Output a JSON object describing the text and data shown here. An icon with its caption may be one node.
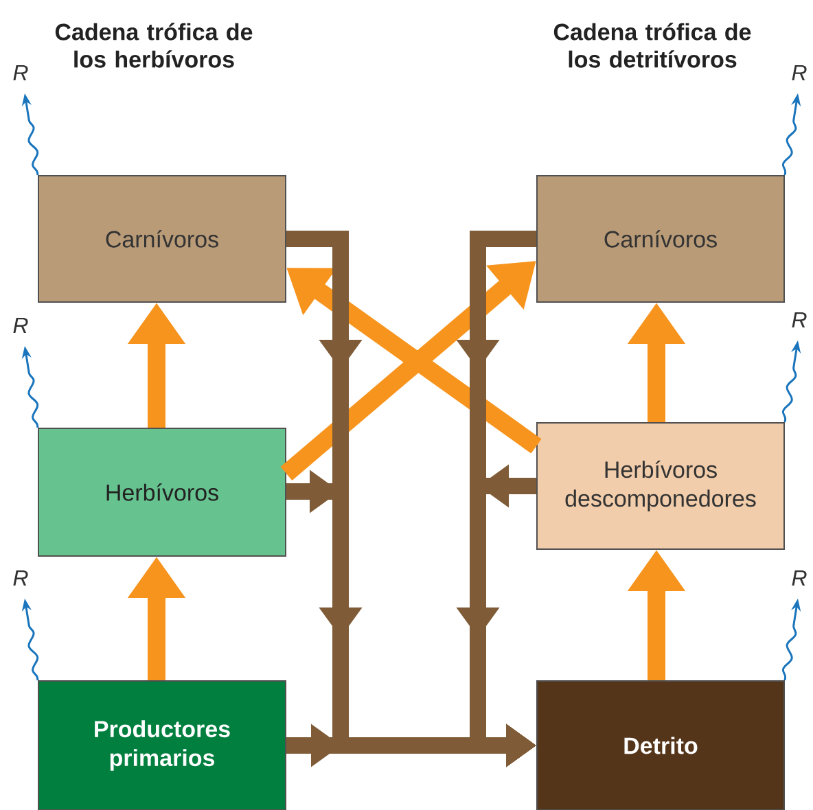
{
  "diagram": {
    "nodes": [
      {
        "text": [
          "Carnívoros"
        ]
      },
      {
        "text": [
          "Herbívoros"
        ]
      },
      {
        "text": [
          "Productores primarios"
        ]
      },
      {
        "text": [
          "Carnívoros"
        ]
      },
      {
        "text": [
          "Herbívoros descomponedores"
        ]
      },
      {
        "text": [
          "Detrito"
        ]
      }
    ],
    "edges": [
      {
        "from": 2,
        "to": 1,
        "arrow": "to",
        "color": "#f7941d"
      },
      {
        "from": 1,
        "to": 0,
        "arrow": "to",
        "color": "#f7941d"
      },
      {
        "from": 5,
        "to": 4,
        "arrow": "to",
        "color": "#f7941d"
      },
      {
        "from": 4,
        "to": 3,
        "arrow": "to",
        "color": "#f7941d"
      },
      {
        "from": 1,
        "to": 3,
        "arrow": "to",
        "color": "#f7941d"
      },
      {
        "from": 4,
        "to": 0,
        "arrow": "to",
        "color": "#f7941d"
      },
      {
        "from": 0,
        "to": 5,
        "arrow": "to",
        "color": "#7f5c37"
      },
      {
        "from": 1,
        "to": 5,
        "arrow": "to",
        "color": "#7f5c37"
      },
      {
        "from": 2,
        "to": 5,
        "arrow": "to",
        "color": "#7f5c37"
      },
      {
        "from": 3,
        "to": 5,
        "arrow": "to",
        "color": "#7f5c37"
      },
      {
        "from": 4,
        "to": 5,
        "arrow": "to",
        "color": "#7f5c37"
      },
      {
        "from": 0,
        "to": null,
        "arrow": "to",
        "label": "R",
        "color": "#1a75bc"
      },
      {
        "from": 1,
        "to": null,
        "arrow": "to",
        "label": "R",
        "color": "#1a75bc"
      },
      {
        "from": 2,
        "to": null,
        "arrow": "to",
        "label": "R",
        "color": "#1a75bc"
      },
      {
        "from": 3,
        "to": null,
        "arrow": "to",
        "label": "R",
        "color": "#1a75bc"
      },
      {
        "from": 4,
        "to": null,
        "arrow": "to",
        "label": "R",
        "color": "#1a75bc"
      },
      {
        "from": 5,
        "to": null,
        "arrow": "to",
        "label": "R",
        "color": "#1a75bc"
      }
    ],
    "labels": [
      "Cadena trófica de los herbívoros",
      "Cadena trófica de los detritívoros"
    ]
  }
}
